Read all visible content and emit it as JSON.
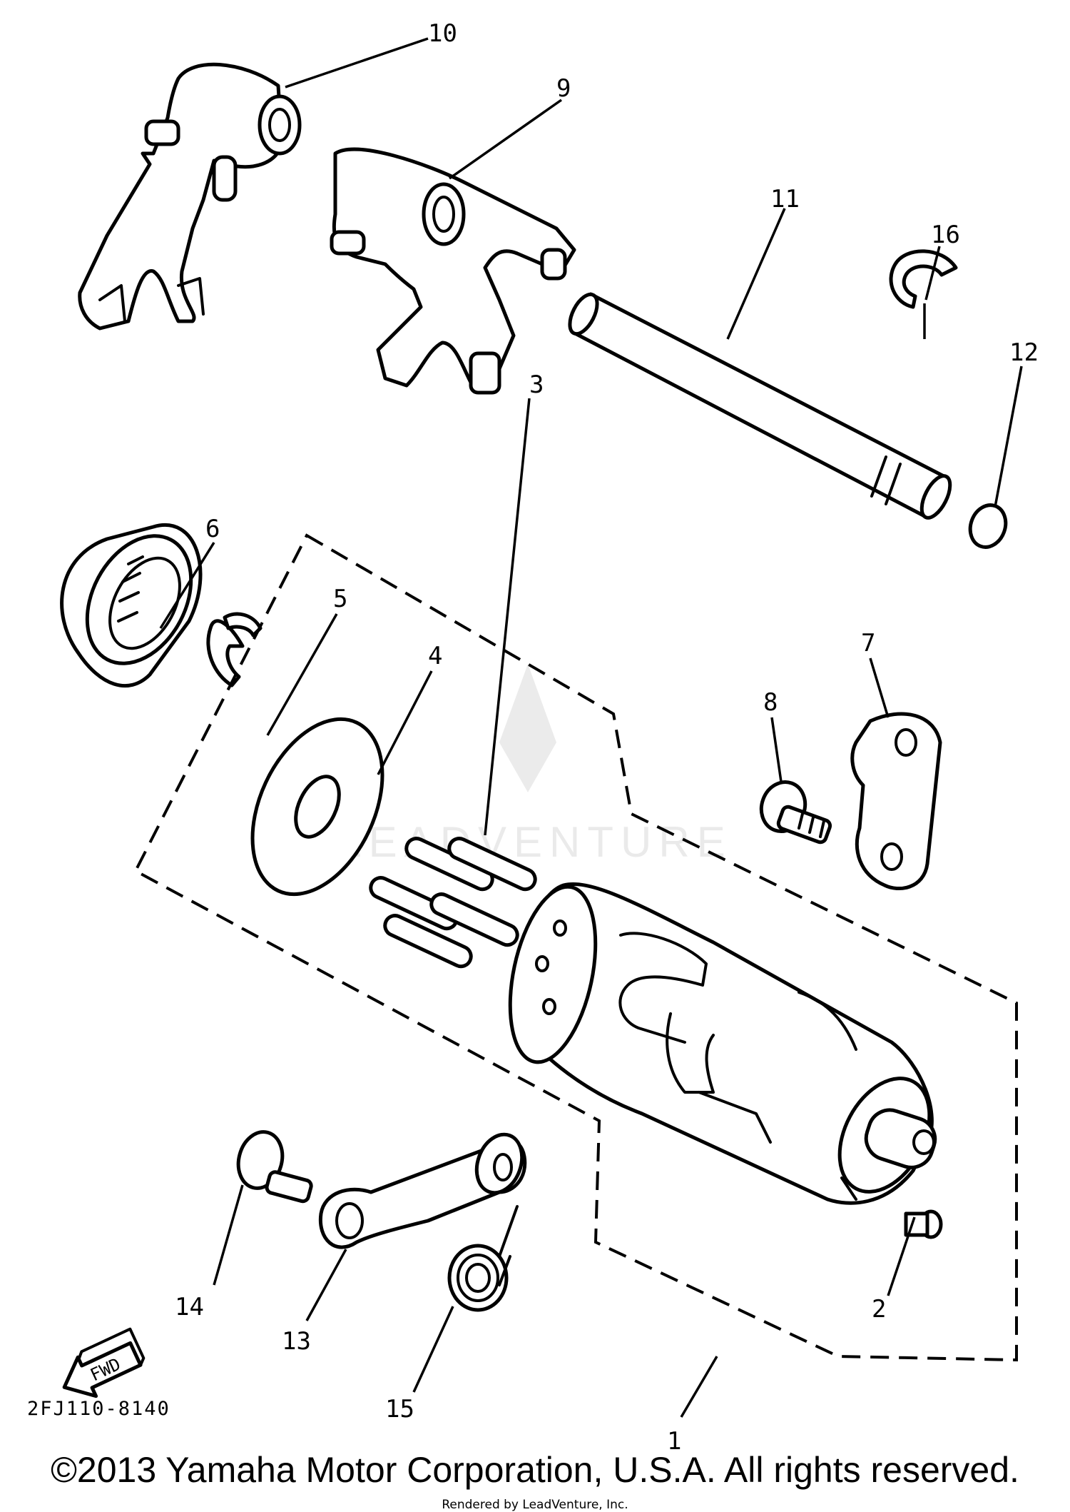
{
  "diagram_code": "2FJ110-8140",
  "fwd_label": "FWD",
  "copyright": "©2013 Yamaha Motor Corporation, U.S.A. All rights reserved.",
  "rendered_by": "Rendered by LeadVenture, Inc.",
  "watermark": "LEADVENTURE",
  "callouts": {
    "c1": "1",
    "c2": "2",
    "c3": "3",
    "c4": "4",
    "c5": "5",
    "c6": "6",
    "c7": "7",
    "c8": "8",
    "c9": "9",
    "c10": "10",
    "c11": "11",
    "c12": "12",
    "c13": "13",
    "c14": "14",
    "c15": "15",
    "c16": "16"
  }
}
